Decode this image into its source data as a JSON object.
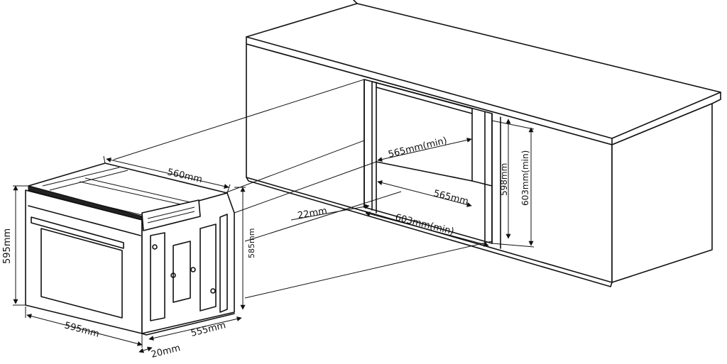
{
  "dimensions": {
    "oven_depth_top": "560mm",
    "oven_height": "595mm",
    "oven_body_height": "585mm",
    "oven_width": "595mm",
    "oven_body_depth": "555mm",
    "door_thickness": "20mm",
    "cutout_depth_min": "565mm(min)",
    "cutout_depth": "565mm",
    "panel_offset": "22mm",
    "cutout_width_min": "603mm(min)",
    "cutout_height": "598mm",
    "cutout_height_min": "603mm(min)"
  }
}
